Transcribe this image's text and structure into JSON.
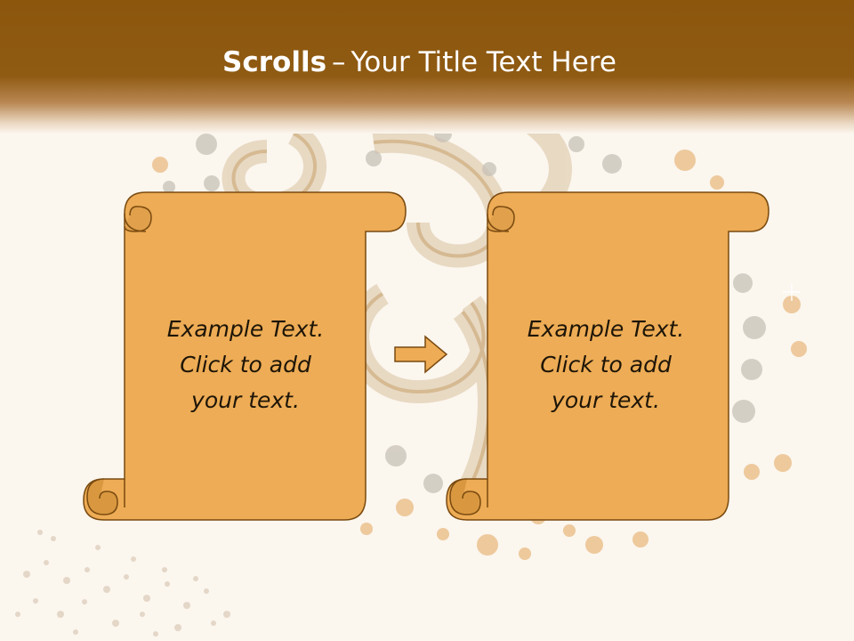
{
  "title": {
    "bold": "Scrolls",
    "separator": "–",
    "rest": "Your Title Text Here"
  },
  "scrolls": [
    {
      "lines": [
        "Example Text.",
        "Click  to add",
        "your text."
      ]
    },
    {
      "lines": [
        "Example Text.",
        "Click  to add",
        "your text."
      ]
    }
  ],
  "colors": {
    "header": "#8c560d",
    "scroll_fill": "#edac55",
    "scroll_outline": "#7a4a10",
    "background": "#fbf6ee"
  },
  "icons": {
    "arrow": "right-arrow-icon",
    "decoration": "om-symbol-background"
  }
}
